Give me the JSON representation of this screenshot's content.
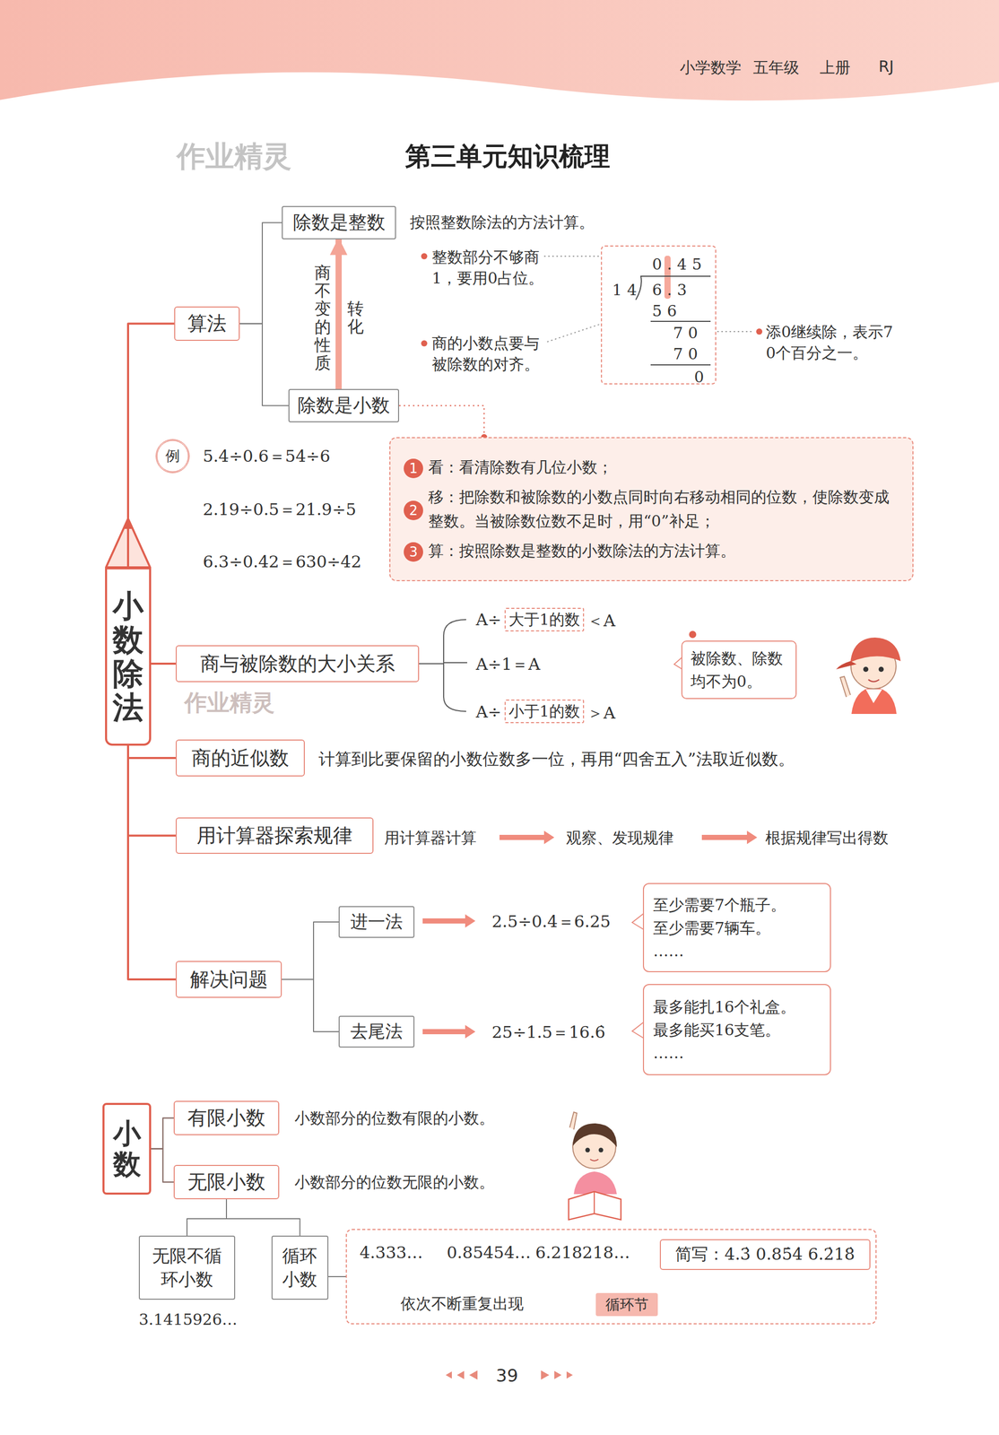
{
  "diagram": {
    "title": "第三单元知识梳理",
    "nodes": [
      {
        "text": [
          "小数除法"
        ]
      },
      {
        "text": [
          "算法"
        ]
      },
      {
        "text": [
          "除数是整数"
        ]
      },
      {
        "text": [
          "除数是小数"
        ]
      },
      {
        "text": [
          "0.45",
          "14",
          "6.3",
          "56",
          "70",
          "70",
          "0"
        ]
      },
      {
        "text": [
          "1",
          "看：看清除数有几位小数；",
          "2",
          "移：把除数和被除数的小数点同时向右移动相同的位数，使除数变成整数。当被除数位数不足时，用“0”补足；",
          "3",
          "算：按照除数是整数的小数除法的方法计算。"
        ]
      },
      {
        "text": [
          "例"
        ]
      },
      {
        "text": [
          "商与被除数的大小关系"
        ]
      },
      {
        "text": [
          "大于1的数"
        ]
      },
      {
        "text": [
          "小于1的数"
        ]
      },
      {
        "text": [
          "被除数、除数均不为0。"
        ]
      },
      {
        "text": [
          "商的近似数"
        ]
      },
      {
        "text": [
          "用计算器探索规律"
        ]
      },
      {
        "text": [
          "解决问题"
        ]
      },
      {
        "text": [
          "进一法"
        ]
      },
      {
        "text": [
          "至少需要7个瓶子。",
          "至少需要7辆车。",
          "……"
        ]
      },
      {
        "text": [
          "去尾法"
        ]
      },
      {
        "text": [
          "最多能扎16个礼盒。",
          "最多能买16支笔。",
          "……"
        ]
      },
      {
        "text": [
          "小数"
        ]
      },
      {
        "text": [
          "有限小数"
        ]
      },
      {
        "text": [
          "无限小数"
        ]
      },
      {
        "text": [
          "无限不循环小数"
        ]
      },
      {
        "text": [
          "循环小数"
        ]
      },
      {
        "text": [
          "4.333…",
          "0.85454…",
          "6.218218…",
          "依次不断重复出现"
        ]
      },
      {
        "text": [
          "简写：4.3̇ 0.85̇4̇ 6.2̇18̇"
        ],
        "in": 23
      },
      {
        "text": [
          "循环节"
        ],
        "in": 23
      }
    ],
    "edges": [
      {
        "from": 0,
        "to": 1,
        "arrow": "none"
      },
      {
        "from": 0,
        "to": 7,
        "arrow": "none"
      },
      {
        "from": 0,
        "to": 11,
        "arrow": "none"
      },
      {
        "from": 0,
        "to": 12,
        "arrow": "none"
      },
      {
        "from": 0,
        "to": 13,
        "arrow": "none"
      },
      {
        "from": 1,
        "to": 2,
        "arrow": "none"
      },
      {
        "from": 1,
        "to": 3,
        "arrow": "none"
      },
      {
        "from": 3,
        "to": 5,
        "arrow": "none"
      },
      {
        "from": 3,
        "to": 2,
        "arrow": "to"
      },
      {
        "from": 13,
        "to": 14,
        "arrow": "none"
      },
      {
        "from": 13,
        "to": 16,
        "arrow": "none"
      },
      {
        "from": 18,
        "to": 19,
        "arrow": "none"
      },
      {
        "from": 18,
        "to": 20,
        "arrow": "none"
      },
      {
        "from": 20,
        "to": 21,
        "arrow": "none"
      },
      {
        "from": 20,
        "to": 22,
        "arrow": "none"
      },
      {
        "from": 22,
        "to": 23,
        "arrow": "none"
      },
      {
        "from": 25,
        "to": 24,
        "arrow": "to"
      }
    ],
    "labels": [
      "小学数学",
      "五年级",
      "上册",
      "RJ",
      "作业精灵",
      "按照整数除法的方法计算。",
      "商不变的性质",
      "转化",
      "整数部分不够商1，要用0占位。",
      "商的小数点要与被除数的对齐。",
      "添0继续除，表示70个百分之一。",
      "5.4÷0.6＝54÷6",
      "2.19÷0.5＝21.9÷5",
      "6.3÷0.42＝630÷42",
      "作业精灵",
      "A÷",
      "＜A",
      "A÷1＝A",
      "A÷",
      "＞A",
      "计算到比要保留的小数位数多一位，再用“四舍五入”法取近似数。",
      "用计算器计算",
      "观察、发现规律",
      "根据规律写出得数",
      "2.5÷0.4＝6.25",
      "25÷1.5＝16.6̇",
      "小数部分的位数有限的小数。",
      "小数部分的位数无限的小数。",
      "3.1415926…",
      "39"
    ]
  }
}
